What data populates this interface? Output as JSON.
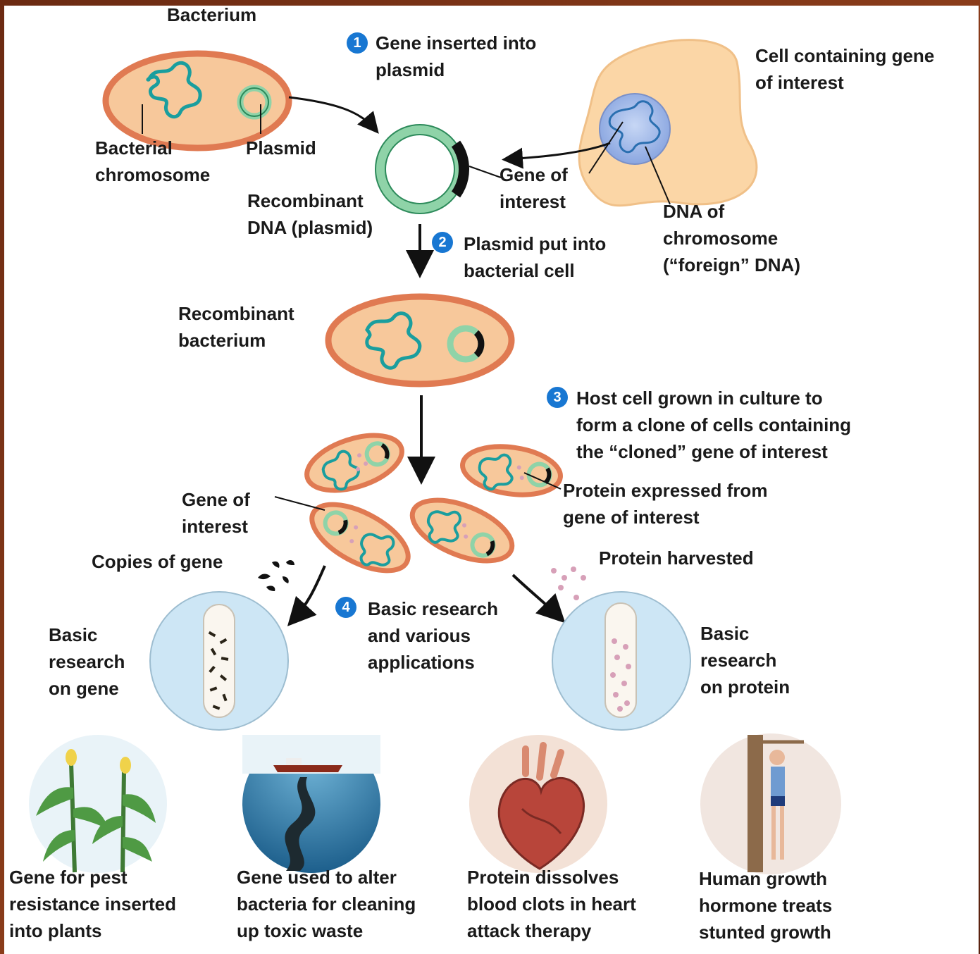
{
  "colors": {
    "frame": "#7a3418",
    "cell_fill": "#f7c89b",
    "cell_border": "#e07a52",
    "dna": "#1a9e9e",
    "plasmid": "#8fd3a8",
    "step_badge": "#1877d2",
    "tube_bg": "#cde6f5",
    "protein": "#d7a0b8"
  },
  "steps": [
    {
      "number": "1",
      "text": "Gene inserted into\nplasmid"
    },
    {
      "number": "2",
      "text": "Plasmid put into\nbacterial cell"
    },
    {
      "number": "3",
      "text": "Host cell grown in culture to\nform a clone of cells containing\nthe “cloned” gene of interest"
    },
    {
      "number": "4",
      "text": "Basic research\nand various\napplications"
    }
  ],
  "labels": {
    "bacterium": "Bacterium",
    "bacterial_chromosome": "Bacterial\nchromosome",
    "plasmid": "Plasmid",
    "cell_gene": "Cell containing gene\nof interest",
    "gene_of_interest_top": "Gene of\ninterest",
    "recombinant_dna": "Recombinant\nDNA (plasmid)",
    "dna_chromosome": "DNA of\nchromosome\n(“foreign” DNA)",
    "recombinant_bacterium": "Recombinant\nbacterium",
    "protein_expressed": "Protein expressed from\ngene of interest",
    "gene_of_interest_mid": "Gene of\ninterest",
    "copies_of_gene": "Copies of gene",
    "protein_harvested": "Protein harvested",
    "research_gene": "Basic\nresearch\non gene",
    "research_protein": "Basic\nresearch\non protein"
  },
  "applications": [
    {
      "icon": "corn-plants-icon",
      "caption": "Gene for pest\nresistance inserted\ninto plants"
    },
    {
      "icon": "oil-spill-ship-icon",
      "caption": "Gene used to alter\nbacteria for cleaning\nup toxic waste"
    },
    {
      "icon": "heart-icon",
      "caption": "Protein dissolves\nblood clots in heart\nattack therapy"
    },
    {
      "icon": "height-measure-icon",
      "caption": "Human growth\nhormone treats\nstunted growth"
    }
  ]
}
